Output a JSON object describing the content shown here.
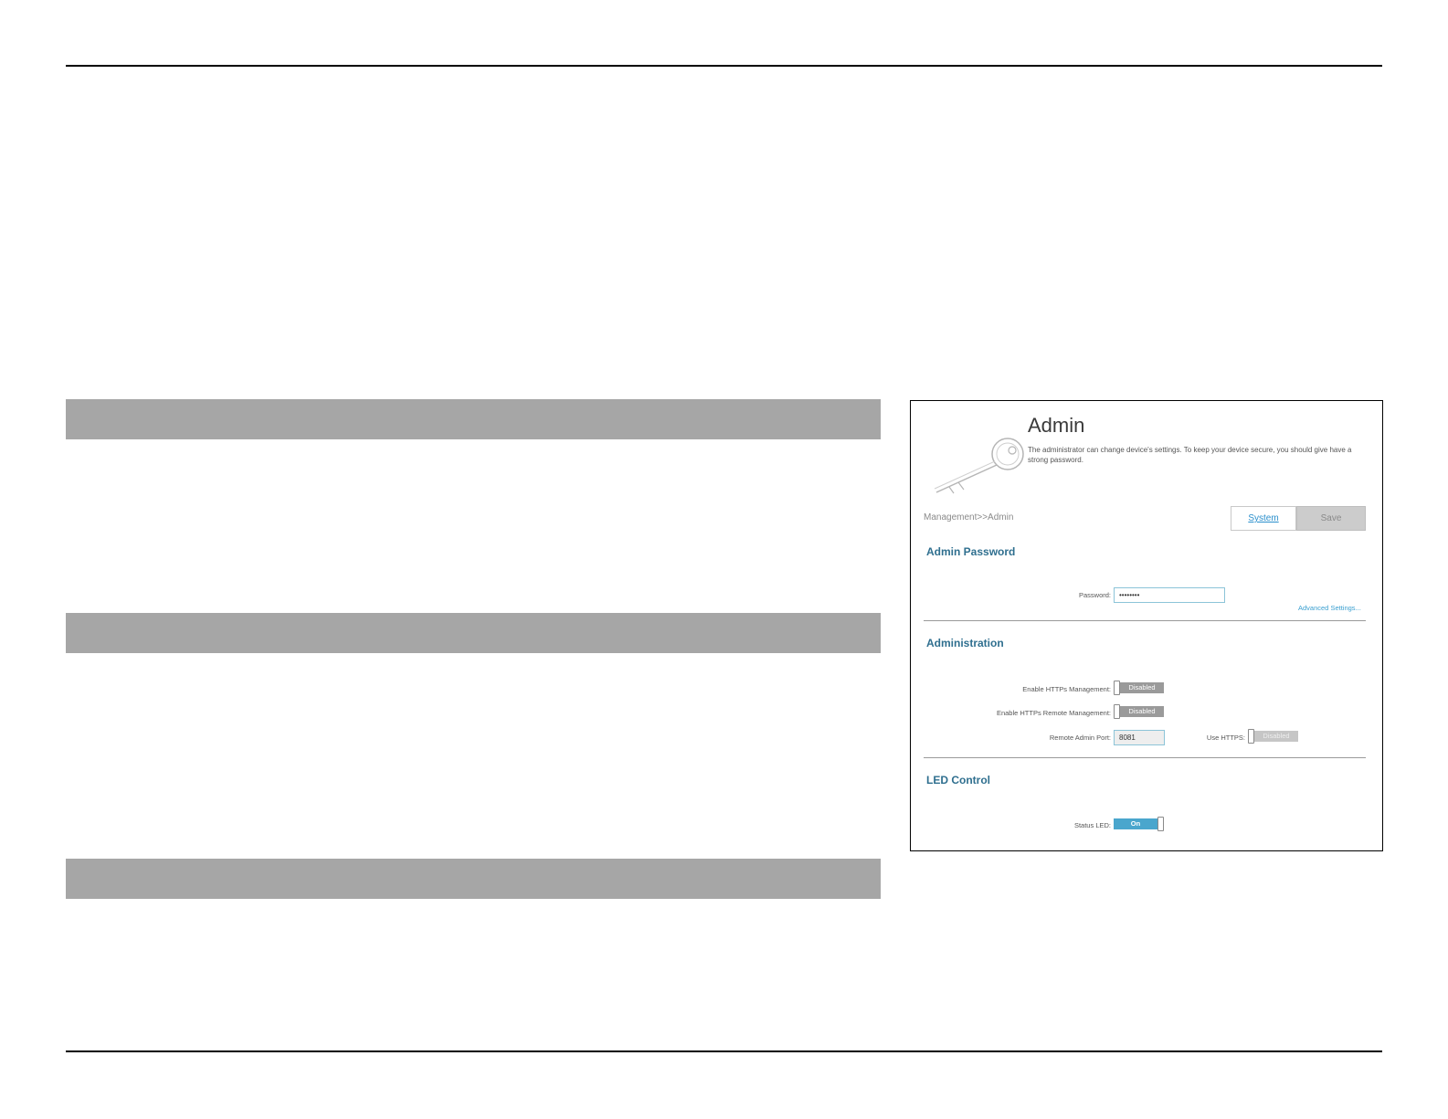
{
  "admin_panel": {
    "title": "Admin",
    "description": "The administrator can change device's settings. To keep your device secure, you should give have a strong password.",
    "breadcrumb": "Management>>Admin",
    "buttons": {
      "system": "System",
      "save": "Save"
    },
    "admin_password": {
      "heading": "Admin Password",
      "password_label": "Password:",
      "password_value": "••••••••",
      "advanced_link": "Advanced Settings..."
    },
    "administration": {
      "heading": "Administration",
      "https_mgmt_label": "Enable HTTPs Management:",
      "https_mgmt_state": "Disabled",
      "https_remote_label": "Enable HTTPs Remote Management:",
      "https_remote_state": "Disabled",
      "remote_port_label": "Remote Admin Port:",
      "remote_port_value": "8081",
      "use_https_label": "Use HTTPS:",
      "use_https_state": "Disabled"
    },
    "led_control": {
      "heading": "LED Control",
      "status_led_label": "Status LED:",
      "status_led_state": "On"
    }
  }
}
